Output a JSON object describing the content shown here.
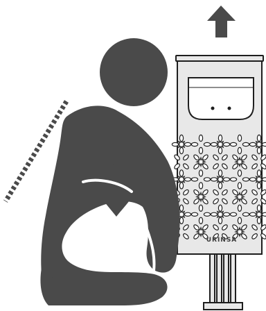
{
  "illustration": {
    "brand_label": "URINSA",
    "icons": {
      "person": "crouching-person-icon",
      "arrow": "arrow-up-icon",
      "posture_line": "dotted-posture-line",
      "device": "urinal-device-icon",
      "pattern": "decorative-star-pattern"
    }
  },
  "colors": {
    "figure": "#4a4a4a",
    "device_fill": "#e8e8e8",
    "device_outline": "#1e1e1e",
    "pattern_fill": "#ffffff",
    "background": "#ffffff"
  }
}
